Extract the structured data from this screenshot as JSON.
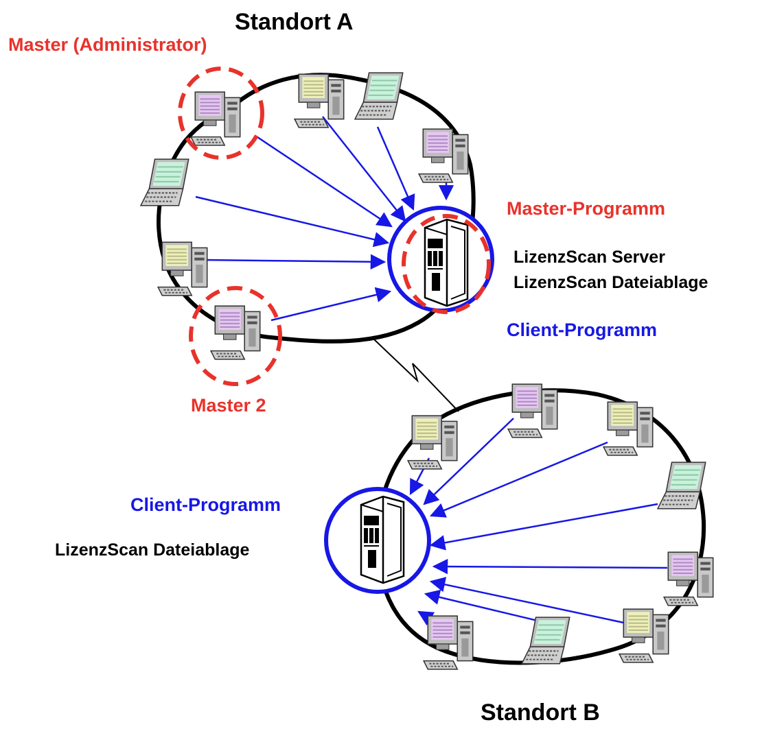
{
  "standort_a": {
    "title": "Standort A",
    "master_label": "Master (Administrator)",
    "master2_label": "Master 2",
    "server_role_master": "Master-Programm",
    "server_line1": "LizenzScan Server",
    "server_line2": "LizenzScan Dateiablage",
    "server_role_client": "Client-Programm"
  },
  "standort_b": {
    "title": "Standort B",
    "server_role_client": "Client-Programm",
    "server_line1": "LizenzScan Dateiablage"
  },
  "colors": {
    "master_red": "#e8322b",
    "client_blue": "#1717e6",
    "ring_black": "#000000"
  },
  "icons": {
    "workstation": "desktop-computer-icon",
    "laptop": "laptop-icon",
    "server": "server-tower-icon"
  }
}
